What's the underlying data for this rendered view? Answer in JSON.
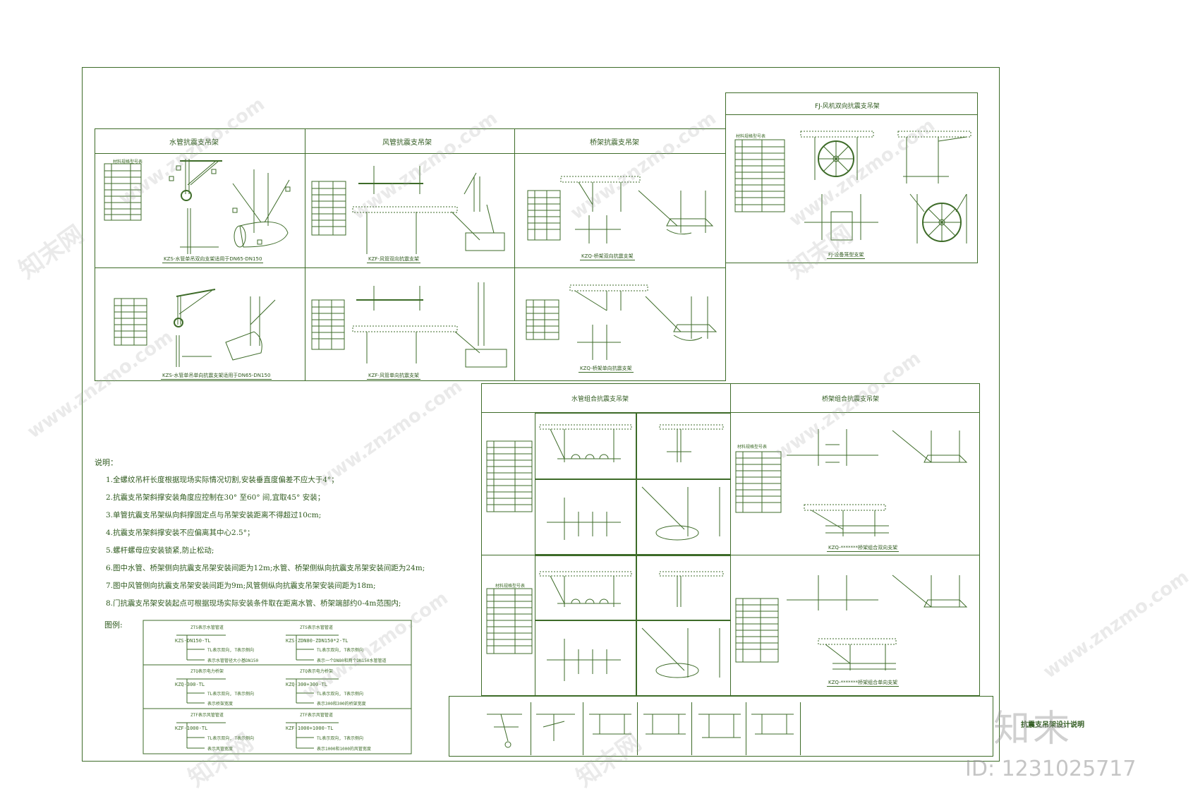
{
  "panels": {
    "water": "水管抗震支吊架",
    "duct": "风管抗震支吊架",
    "tray": "桥架抗震支吊架",
    "fan": "FJ-风机双向抗震支吊架",
    "water_combo": "水管组合抗震支吊架",
    "tray_combo": "桥架组合抗震支吊架"
  },
  "captions": {
    "kzs_double": "KZS-水管单吊双向支架适用于DN65-DN150",
    "kzf_double": "KZF-风管双向抗震支架",
    "kzq_double": "KZQ-桥架双向抗震支架",
    "kzs_single": "KZS-水管单吊单向抗震支架适用于DN65-DN150",
    "kzf_single": "KZF-风管单向抗震支架",
    "kzq_single": "KZQ-桥架单向抗震支架",
    "fj_cage": "FJ-设备笼型支架",
    "kzq_combo_double": "KZQ-*******桥架组合双向支架",
    "kzq_combo_single": "KZQ-*******桥架组合单向支架"
  },
  "notes": {
    "heading": "说明：",
    "lines": [
      "1.全螺纹吊杆长度根据现场实际情况切割,安装垂直度偏差不应大于4°；",
      "2.抗震支吊架斜撑安装角度应控制在30° 至60° 间,宜取45° 安装；",
      "3.单管抗震支吊架纵向斜撑固定点与吊架安装距离不得超过10cm;",
      "4.抗震支吊架斜撑安装不应偏离其中心2.5°；",
      "5.螺杆螺母应安装锁紧,防止松动;",
      "6.图中水管、桥架侧向抗震支吊架安装间距为12m;水管、桥架侧纵向抗震支吊架安装间距为24m;",
      "7.图中风管侧向抗震支吊架安装间距为9m;风管侧纵向抗震支吊架安装间距为18m;",
      "8.门抗震支吊架安装起点可根据现场实际安装条件取在距离水管、桥架端部约0-4m范围内;"
    ]
  },
  "legend": {
    "heading": "图例:",
    "items": [
      {
        "code": "KZS-DN150-TL",
        "top": "ZTS表示水管管道",
        "a": "TL表示双向, T表示侧向",
        "b": "表示水管管径大小基DN150"
      },
      {
        "code": "KZS-ZDN80-ZDN150*2-TL",
        "top": "ZTS表示水管管道",
        "a": "TL表示双向, T表示侧向",
        "b": "表示一个DN80和两个DN150水管管道"
      },
      {
        "code": "KZQ-300-TL",
        "top": "ZTQ表示电力桥架",
        "a": "TL表示双向, T表示侧向",
        "b": "表示桥架宽度"
      },
      {
        "code": "KZQ-300+300-TL",
        "top": "ZTQ表示电力桥架",
        "a": "TL表示双向, T表示侧向",
        "b": "表示300和300的桥架宽度"
      },
      {
        "code": "KZF-1000-TL",
        "top": "ZTF表示风管管道",
        "a": "TL表示双向, T表示侧向",
        "b": "表示风管宽度"
      },
      {
        "code": "KZF-1000+1000-TL",
        "top": "ZTF表示风管管道",
        "a": "TL表示双向, T表示侧向",
        "b": "表示1000和1000的风管宽度"
      }
    ]
  },
  "table_title": "材料规格型号表",
  "footer": {
    "title": "抗震支吊架设计说明",
    "brand": "知末",
    "id": "ID: 1231025717"
  },
  "watermark": "www.znzmo.com",
  "watermark_cn": "知末网",
  "colors": {
    "line": "#3d6b28",
    "text": "#2f5a1e",
    "watermark": "#a0a0a0"
  }
}
